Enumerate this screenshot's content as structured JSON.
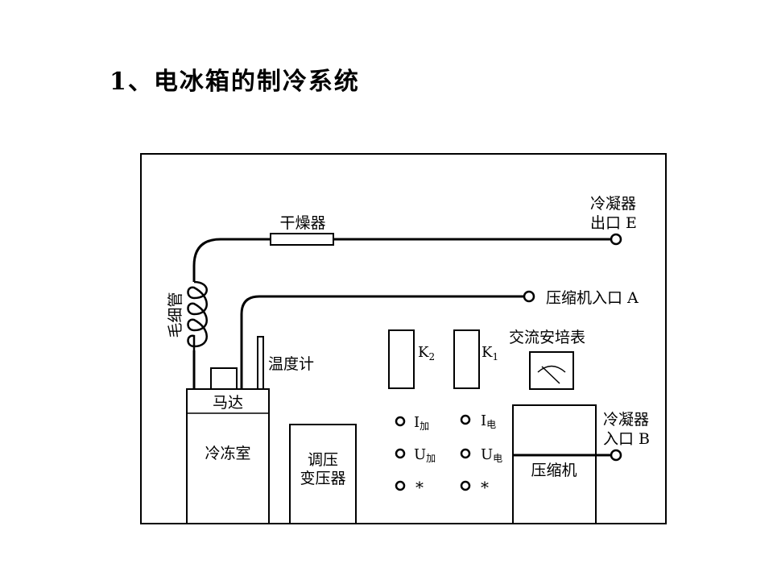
{
  "title": "1、电冰箱的制冷系统",
  "labels": {
    "dryer": "干燥器",
    "condenser_outlet": [
      "冷凝器",
      "出口 E"
    ],
    "compressor_inlet": "压缩机入口 A",
    "capillary": "毛细管",
    "thermometer": "温度计",
    "k2": "K",
    "k2_sub": "2",
    "k1": "K",
    "k1_sub": "1",
    "ammeter": "交流安培表",
    "motor": "马达",
    "freezer": "冷冻室",
    "regulator": [
      "调压",
      "变压器"
    ],
    "compressor": "压缩机",
    "condenser_inlet": [
      "冷凝器",
      "入口 B"
    ],
    "terminals": {
      "i_heat": "I",
      "i_heat_sub": "加",
      "i_elec": "I",
      "i_elec_sub": "电",
      "u_heat": "U",
      "u_heat_sub": "加",
      "u_elec": "U",
      "u_elec_sub": "电",
      "star1": "*",
      "star2": "*"
    }
  }
}
